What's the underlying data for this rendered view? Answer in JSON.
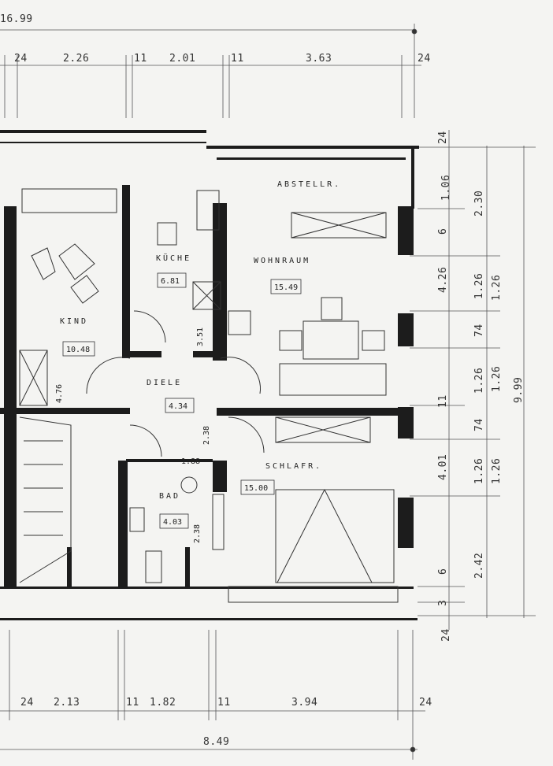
{
  "top": {
    "overall": "16.99",
    "dims": [
      "24",
      "2.26",
      "11",
      "2.01",
      "11",
      "3.63",
      "24"
    ]
  },
  "bottom": {
    "overall": "8.49",
    "dims": [
      "24",
      "2.13",
      "11",
      "1.82",
      "11",
      "3.94",
      "24"
    ]
  },
  "right": {
    "overall": "9.99",
    "col1": [
      "24",
      "1.06",
      "6",
      "4.26",
      "11",
      "4.01",
      "6",
      "3"
    ],
    "col2": [
      "2.30",
      "1.26",
      "74",
      "1.26",
      "74",
      "1.26",
      "2.42",
      "24"
    ],
    "col3": [
      "1.26",
      "1.26",
      "1.26"
    ]
  },
  "rooms": {
    "abstell": {
      "label": "ABSTELLR."
    },
    "kueche": {
      "label": "KÜCHE",
      "area": "6.81"
    },
    "wohnraum": {
      "label": "WOHNRAUM",
      "area": "15.49"
    },
    "kind": {
      "label": "KIND",
      "area": "10.48"
    },
    "diele": {
      "label": "DIELE",
      "area": "4.34"
    },
    "schlafr": {
      "label": "SCHLAFR.",
      "area": "15.00"
    },
    "bad": {
      "label": "BAD",
      "area": "4.03"
    }
  },
  "inner_dims": {
    "d351": "3.51",
    "d476": "4.76",
    "d238a": "2.38",
    "d188": "1.88",
    "d238b": "2.38"
  }
}
